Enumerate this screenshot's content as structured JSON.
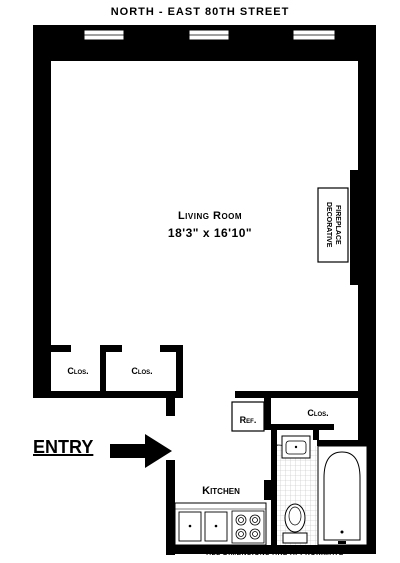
{
  "street_label": "NORTH - EAST 80TH STREET",
  "living_room": {
    "name": "Living Room",
    "dimensions": "18'3\" x 16'10\""
  },
  "fireplace_lines": [
    "DECORATIVE",
    "FIREPLACE"
  ],
  "closet_label": "Clos.",
  "refrigerator_label": "Ref.",
  "kitchen_label": "Kitchen",
  "entry_label": "ENTRY",
  "disclaimer": "ALL DIMENSIONS ARE APPROXIMATE",
  "colors": {
    "wall": "#000000",
    "floor": "#ffffff",
    "tile_grid": "#bdbdbd"
  },
  "icons": [
    "window-icon",
    "entry-arrow-icon",
    "stove-icon",
    "sink-icon",
    "refrigerator-icon",
    "bathtub-icon",
    "toilet-icon",
    "bathroom-sink-icon"
  ]
}
